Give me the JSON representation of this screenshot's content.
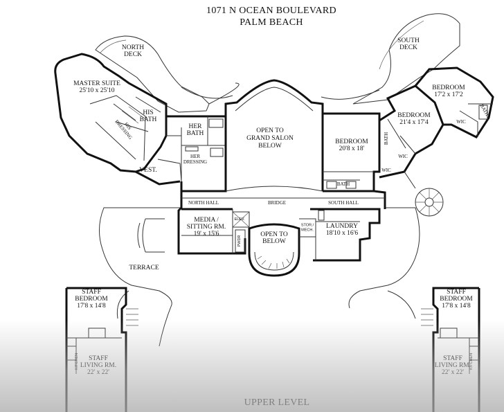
{
  "title": {
    "line1": "1071 N OCEAN BOULEVARD",
    "line2": "PALM BEACH"
  },
  "footer": "UPPER LEVEL",
  "rooms": [
    {
      "id": "north-deck",
      "lines": [
        "NORTH",
        "DECK"
      ]
    },
    {
      "id": "south-deck",
      "lines": [
        "SOUTH",
        "DECK"
      ]
    },
    {
      "id": "master-suite",
      "lines": [
        "MASTER SUITE",
        "25'10 x 25'10"
      ]
    },
    {
      "id": "his-bath",
      "lines": [
        "HIS",
        "BATH"
      ]
    },
    {
      "id": "his-dressing",
      "lines": [
        "HIS",
        "DRESSING"
      ]
    },
    {
      "id": "her-bath",
      "lines": [
        "HER",
        "BATH"
      ]
    },
    {
      "id": "her-dressing",
      "lines": [
        "HER",
        "DRESSING"
      ]
    },
    {
      "id": "vest",
      "lines": [
        "VEST."
      ]
    },
    {
      "id": "grand-salon",
      "lines": [
        "OPEN TO",
        "GRAND SALON",
        "BELOW"
      ]
    },
    {
      "id": "bedroom-center",
      "lines": [
        "BEDROOM",
        "20'8 x 18'"
      ]
    },
    {
      "id": "bedroom-middle",
      "lines": [
        "BEDROOM",
        "21'4 x 17'4"
      ]
    },
    {
      "id": "bedroom-south",
      "lines": [
        "BEDROOM",
        "17'2 x 17'2"
      ]
    },
    {
      "id": "bath-1",
      "lines": [
        "BATH"
      ]
    },
    {
      "id": "bath-2",
      "lines": [
        "BATH"
      ]
    },
    {
      "id": "bath-3",
      "lines": [
        "BATH"
      ]
    },
    {
      "id": "wic-1",
      "lines": [
        "WIC"
      ]
    },
    {
      "id": "wic-2",
      "lines": [
        "WIC"
      ]
    },
    {
      "id": "wic-3",
      "lines": [
        "WIC"
      ]
    },
    {
      "id": "north-hall",
      "lines": [
        "NORTH HALL"
      ]
    },
    {
      "id": "bridge",
      "lines": [
        "BRIDGE"
      ]
    },
    {
      "id": "south-hall",
      "lines": [
        "SOUTH HALL"
      ]
    },
    {
      "id": "media",
      "lines": [
        "MEDIA /",
        "SITTING RM.",
        "19' x 15'6"
      ]
    },
    {
      "id": "elev",
      "lines": [
        "ELEV."
      ]
    },
    {
      "id": "pwdr",
      "lines": [
        "PWDR"
      ]
    },
    {
      "id": "open-below",
      "lines": [
        "OPEN TO",
        "BELOW"
      ]
    },
    {
      "id": "stor-mech",
      "lines": [
        "STOR./",
        "MECH."
      ]
    },
    {
      "id": "laundry",
      "lines": [
        "LAUNDRY",
        "18'10 x 16'6"
      ]
    },
    {
      "id": "terrace",
      "lines": [
        "TERRACE"
      ]
    },
    {
      "id": "staff-bedroom-left",
      "lines": [
        "STAFF",
        "BEDROOM",
        "17'8 x 14'8"
      ]
    },
    {
      "id": "staff-bedroom-right",
      "lines": [
        "STAFF",
        "BEDROOM",
        "17'8 x 14'8"
      ]
    },
    {
      "id": "staff-living-left",
      "lines": [
        "STAFF",
        "LIVING RM.",
        "22' x 22'"
      ]
    },
    {
      "id": "staff-living-right",
      "lines": [
        "STAFF",
        "LIVING RM.",
        "22' x 22'"
      ]
    },
    {
      "id": "kitchen-left",
      "lines": [
        "KITCHEN"
      ]
    },
    {
      "id": "kitchen-right",
      "lines": [
        "KITCHEN"
      ]
    }
  ]
}
